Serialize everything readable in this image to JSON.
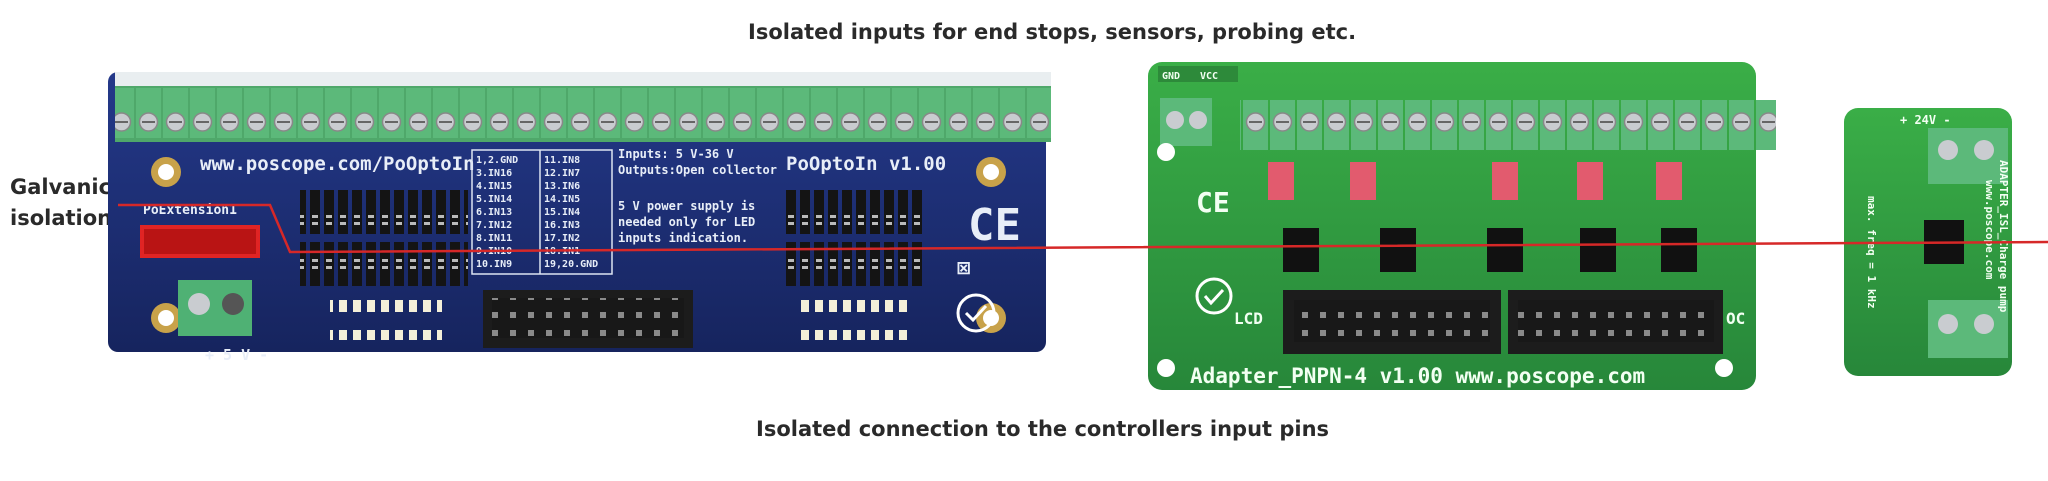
{
  "captions": {
    "top": "Isolated inputs for end stops, sensors, probing etc.",
    "bottom": "Isolated connection to the controllers input pins",
    "left_line1": "Galvanic",
    "left_line2": "isolation"
  },
  "blue_board": {
    "url": "www.poscope.com/PoOptoIn",
    "name": "PoOptoIn v1.00",
    "extension_label": "PoExtension1",
    "power_label": "+ 5 V -",
    "spec_line1": "Inputs: 5 V-36 V",
    "spec_line2": "Outputs:Open collector",
    "note_line1": "5 V power supply is",
    "note_line2": "needed only for LED",
    "note_line3": "inputs indication.",
    "pin_table_left": [
      "1,2.GND",
      "3.IN16",
      "4.IN15",
      "5.IN14",
      "6.IN13",
      "7.IN12",
      "8.IN11",
      "9.IN10",
      "10.IN9"
    ],
    "pin_table_right": [
      "11.IN8",
      "12.IN7",
      "13.IN6",
      "14.IN5",
      "15.IN4",
      "16.IN3",
      "17.IN2",
      "18.IN1",
      "19,20.GND"
    ],
    "ce_mark": "CE"
  },
  "green_board": {
    "title": "Adapter_PNPN-4 v1.00 www.poscope.com",
    "lcd_label": "LCD",
    "oc_label": "OC",
    "ce_mark": "CE",
    "top_labels": [
      "GND",
      "VCC"
    ]
  },
  "small_board": {
    "voltage_label": "+ 24V -",
    "side_text": "ADAPTER_ISL_Charge pump",
    "url": "www.poscope.com",
    "freq_text": "max. freq = 1 kHz"
  },
  "colors": {
    "isolation_line": "#d62828",
    "blue_pcb": "#1c2f74",
    "green_pcb": "#2f9b3c",
    "terminal_green": "#5fb87a"
  }
}
